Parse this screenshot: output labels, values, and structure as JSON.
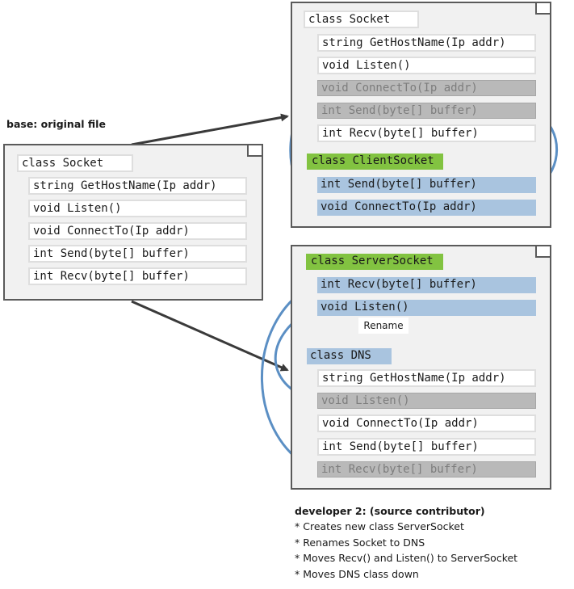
{
  "base_label": "base: original file",
  "base": {
    "class": "class Socket",
    "members": [
      "string GetHostName(Ip addr)",
      "void Listen()",
      "void ConnectTo(Ip addr)",
      "int Send(byte[] buffer)",
      "int Recv(byte[] buffer)"
    ]
  },
  "top": {
    "class": "class Socket",
    "members": [
      "string GetHostName(Ip addr)",
      "void Listen()",
      "void ConnectTo(Ip addr)",
      "int Send(byte[] buffer)",
      "int Recv(byte[] buffer)"
    ],
    "new_class": "class ClientSocket",
    "new_members": [
      "int Send(byte[] buffer)",
      "void ConnectTo(Ip addr)"
    ]
  },
  "bottom": {
    "new_class": "class ServerSocket",
    "new_members": [
      "int Recv(byte[] buffer)",
      "void Listen()"
    ],
    "rename_label": "Rename",
    "renamed_class": "class DNS",
    "members": [
      "string GetHostName(Ip addr)",
      "void Listen()",
      "void ConnectTo(Ip addr)",
      "int Send(byte[] buffer)",
      "int Recv(byte[] buffer)"
    ]
  },
  "dev_title": "developer 2: (source contributor)",
  "dev_notes": [
    "* Creates new class ServerSocket",
    "* Renames Socket to DNS",
    "* Moves Recv() and Listen() to ServerSocket",
    "* Moves DNS class down"
  ],
  "colors": {
    "added": "#a9c4df",
    "removed": "#b9b9b9",
    "new_class": "#82c341",
    "move_arrow": "#5b8fc4",
    "connector": "#3a3a3a"
  }
}
